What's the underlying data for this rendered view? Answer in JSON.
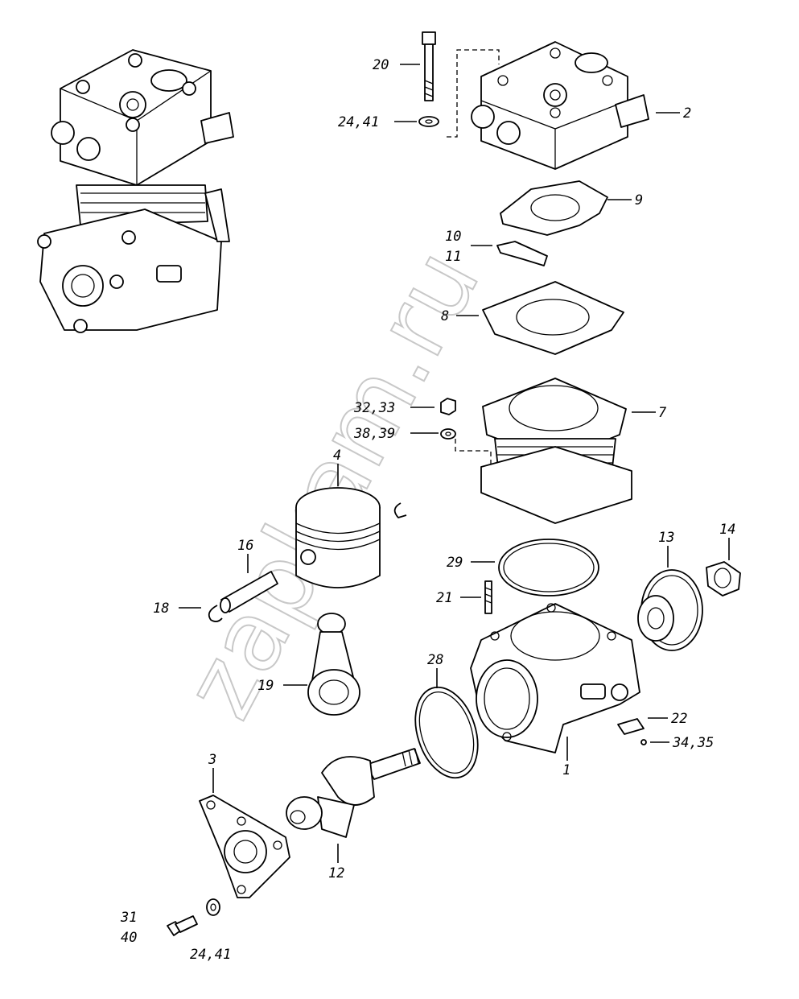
{
  "watermark": "zapkam.ru",
  "labels": {
    "l20": "20",
    "l2441a": "24,41",
    "l2": "2",
    "l9": "9",
    "l10": "10",
    "l11": "11",
    "l8": "8",
    "l3233": "32,33",
    "l3839": "38,39",
    "l7": "7",
    "l4": "4",
    "l16": "16",
    "l18": "18",
    "l19": "19",
    "l29": "29",
    "l21": "21",
    "l13": "13",
    "l14": "14",
    "l28": "28",
    "l22": "22",
    "l3435": "34,35",
    "l1": "1",
    "l3": "3",
    "l12": "12",
    "l31": "31",
    "l40": "40",
    "l2441b": "24,41"
  }
}
